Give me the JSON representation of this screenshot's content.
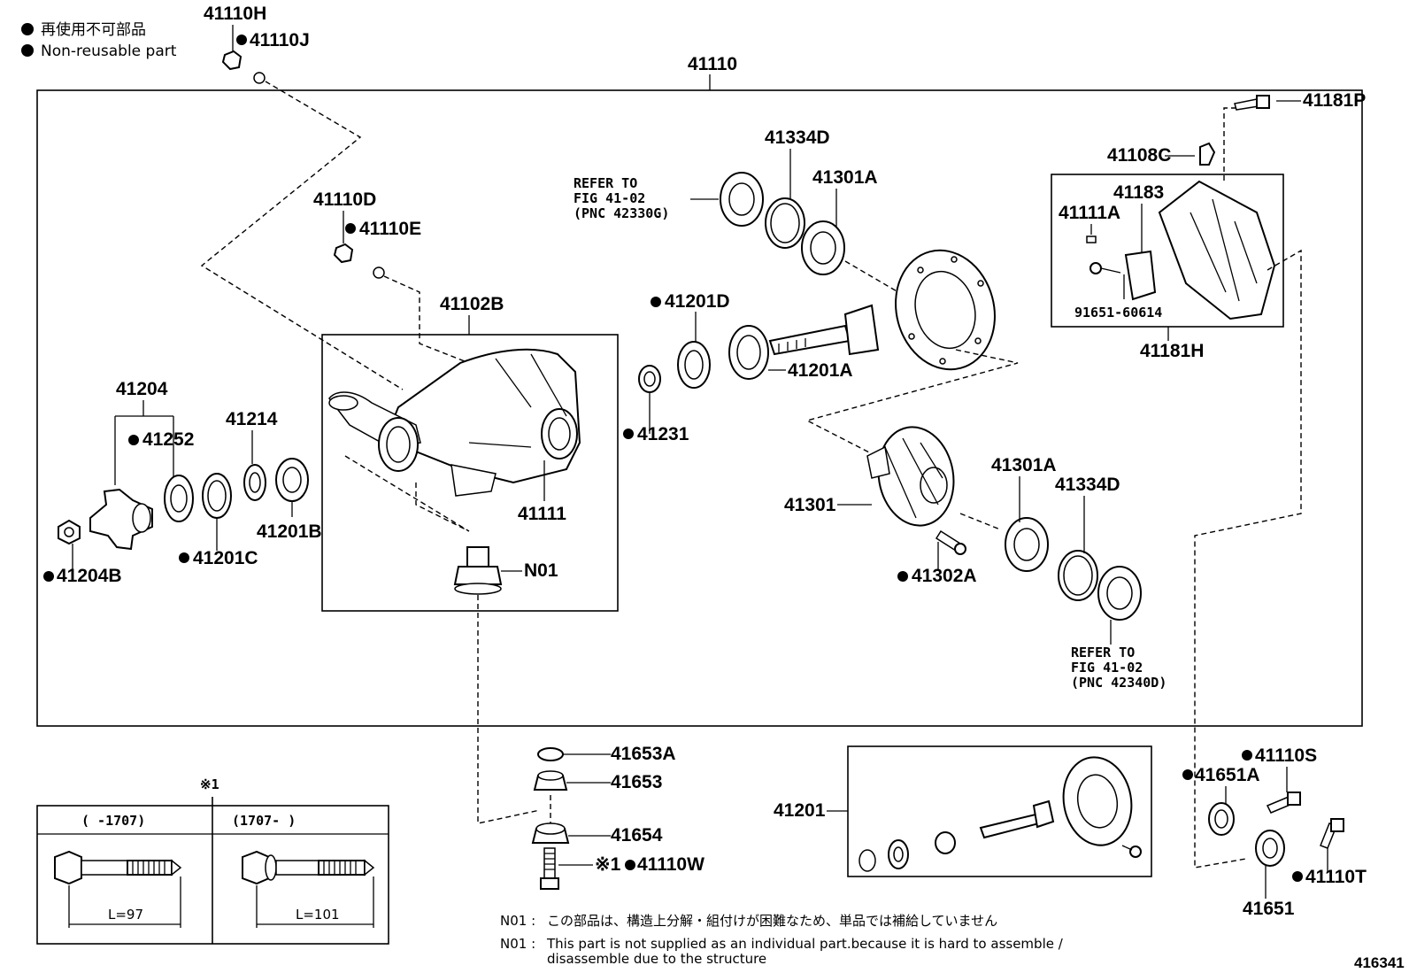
{
  "legend": {
    "jp": "再使用不可部品",
    "en": "Non-reusable part"
  },
  "parts": {
    "p41110": "41110",
    "p41110H": "41110H",
    "p41110J": "41110J",
    "p41110D": "41110D",
    "p41110E": "41110E",
    "p41102B": "41102B",
    "p41111": "41111",
    "pN01": "N01",
    "p41204": "41204",
    "p41252": "41252",
    "p41214": "41214",
    "p41201B": "41201B",
    "p41201C": "41201C",
    "p41204B": "41204B",
    "p41201D": "41201D",
    "p41231": "41231",
    "p41201A": "41201A",
    "p41334D_top": "41334D",
    "p41301A_top": "41301A",
    "p41181P": "41181P",
    "p41108C": "41108C",
    "p41183": "41183",
    "p41111A": "41111A",
    "p91651": "91651-60614",
    "p41181H": "41181H",
    "p41301": "41301",
    "p41301A_bot": "41301A",
    "p41334D_bot": "41334D",
    "p41302A": "41302A",
    "p41653A": "41653A",
    "p41653": "41653",
    "p41654": "41654",
    "p41110W": "41110W",
    "p41201": "41201",
    "p41110S": "41110S",
    "p41651A": "41651A",
    "p41110T": "41110T",
    "p41651": "41651"
  },
  "refer_top": [
    "REFER TO",
    "FIG 41-02",
    "(PNC 42330G)"
  ],
  "refer_bot": [
    "REFER TO",
    "FIG 41-02",
    "(PNC 42340D)"
  ],
  "bolt_table": {
    "mark": "※1",
    "w_mark": "※1",
    "col1_header": "(     -1707)",
    "col2_header": "(1707-      )",
    "col1_len": "L=97",
    "col2_len": "L=101"
  },
  "notes": {
    "n01_label": "N01 :",
    "jp": "この部品は、構造上分解・組付けが困難なため、単品では補給していません",
    "en_line1": "This part is not supplied as an individual part.because it is hard to assemble /",
    "en_line2": "disassemble due to the structure"
  },
  "figure_id": "416341"
}
